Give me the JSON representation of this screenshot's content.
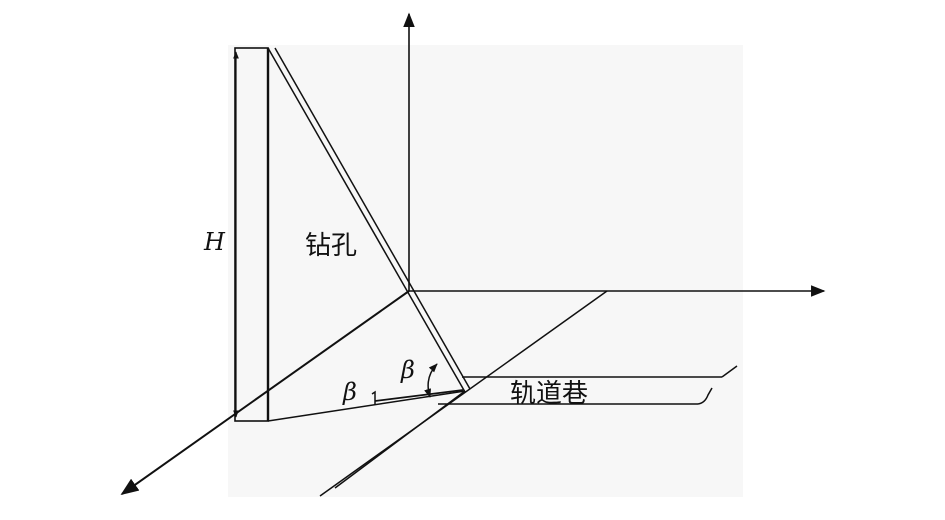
{
  "labels": {
    "height": "H",
    "borehole": "钻孔",
    "beta_top": "β",
    "beta_bottom": "β",
    "roadway": "轨道巷"
  },
  "colors": {
    "background_panel": "#f7f7f7",
    "line": "#111111"
  }
}
